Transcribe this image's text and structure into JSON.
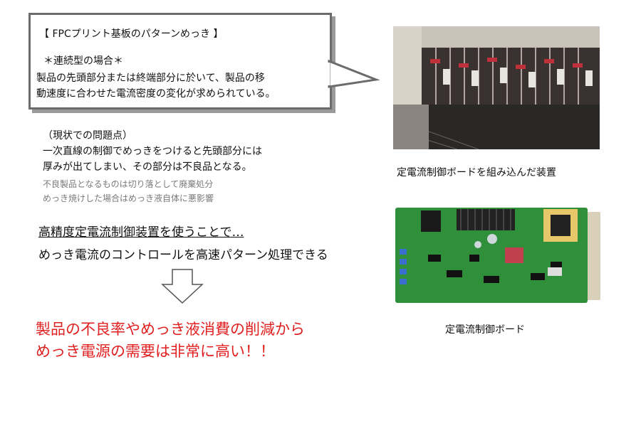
{
  "bubble": {
    "title": "【 FPCプリント基板のパターンめっき 】",
    "subtitle": "＊連続型の場合＊",
    "line1": "製品の先頭部分または終端部分に於いて、製品の移",
    "line2": "動速度に合わせた電流密度の変化が求められている。"
  },
  "problem": {
    "heading": "（現状での問題点）",
    "line1": "一次直線の制御でめっきをつけると先頭部分には",
    "line2": "厚みが出てしまい、その部分は不良品となる。",
    "note1": "不良製品となるものは切り落として廃棄処分",
    "note2": "めっき焼けした場合はめっき液自体に悪影響"
  },
  "lead": {
    "line1": "高精度定電流制御装置を使うことで…",
    "line2": "めっき電流のコントロールを高速パターン処理できる"
  },
  "conclusion": {
    "line1": "製品の不良率やめっき液消費の削減から",
    "line2": "めっき電源の需要は非常に高い！！"
  },
  "captions": {
    "photo1": "定電流制御ボードを組み込んだ装置",
    "photo2": "定電流制御ボード"
  },
  "colors": {
    "conclusion": "#e02020",
    "note": "#7a7a7a",
    "board": "#2f8f3a"
  }
}
